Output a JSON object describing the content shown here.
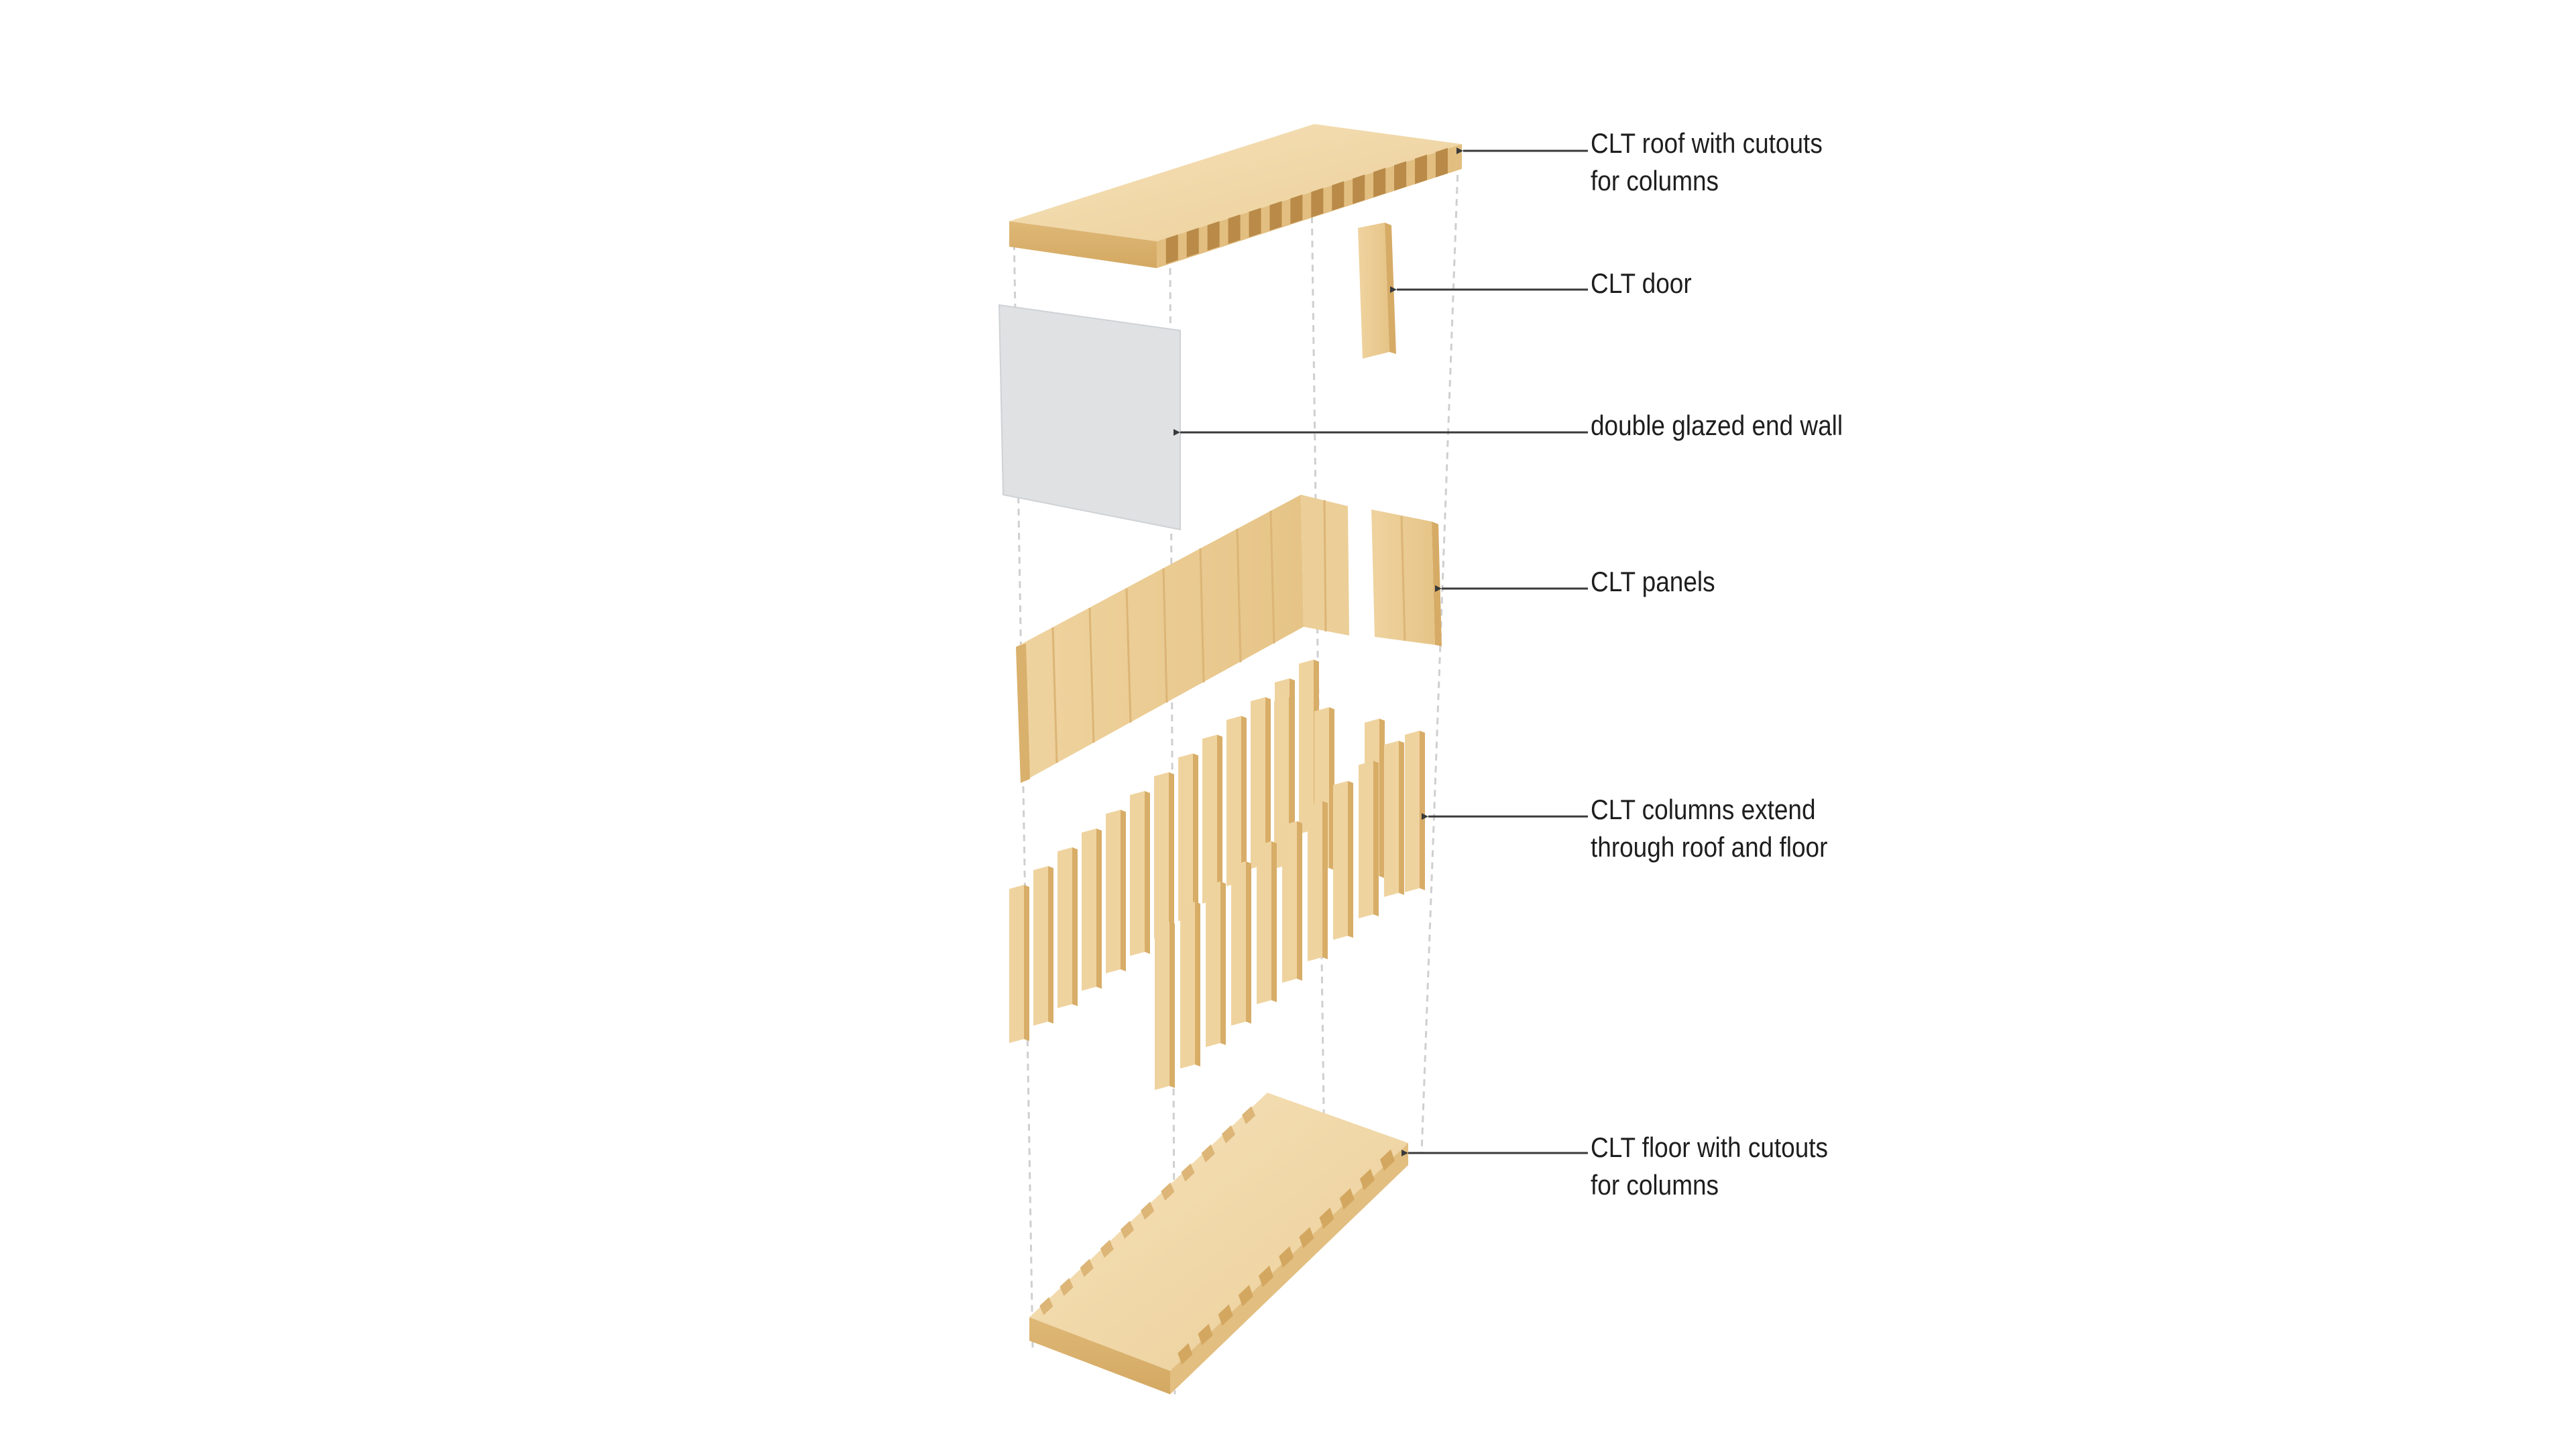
{
  "labels": {
    "roof": {
      "line1": "CLT roof with cutouts",
      "line2": "for columns"
    },
    "door": {
      "line1": "CLT door"
    },
    "glazing": {
      "line1": "double glazed end wall"
    },
    "panels": {
      "line1": "CLT panels"
    },
    "columns": {
      "line1": "CLT columns extend",
      "line2": "through roof and floor"
    },
    "floor": {
      "line1": "CLT floor with cutouts",
      "line2": "for columns"
    }
  },
  "colors": {
    "wood_light": "#f3dcb0",
    "wood_mid": "#e9c98f",
    "wood_dark": "#d7ad68",
    "glass": "#dfe1e3",
    "guide_line": "#c8c8c8",
    "leader": "#3a3a3a",
    "text": "#1e1e1e"
  }
}
